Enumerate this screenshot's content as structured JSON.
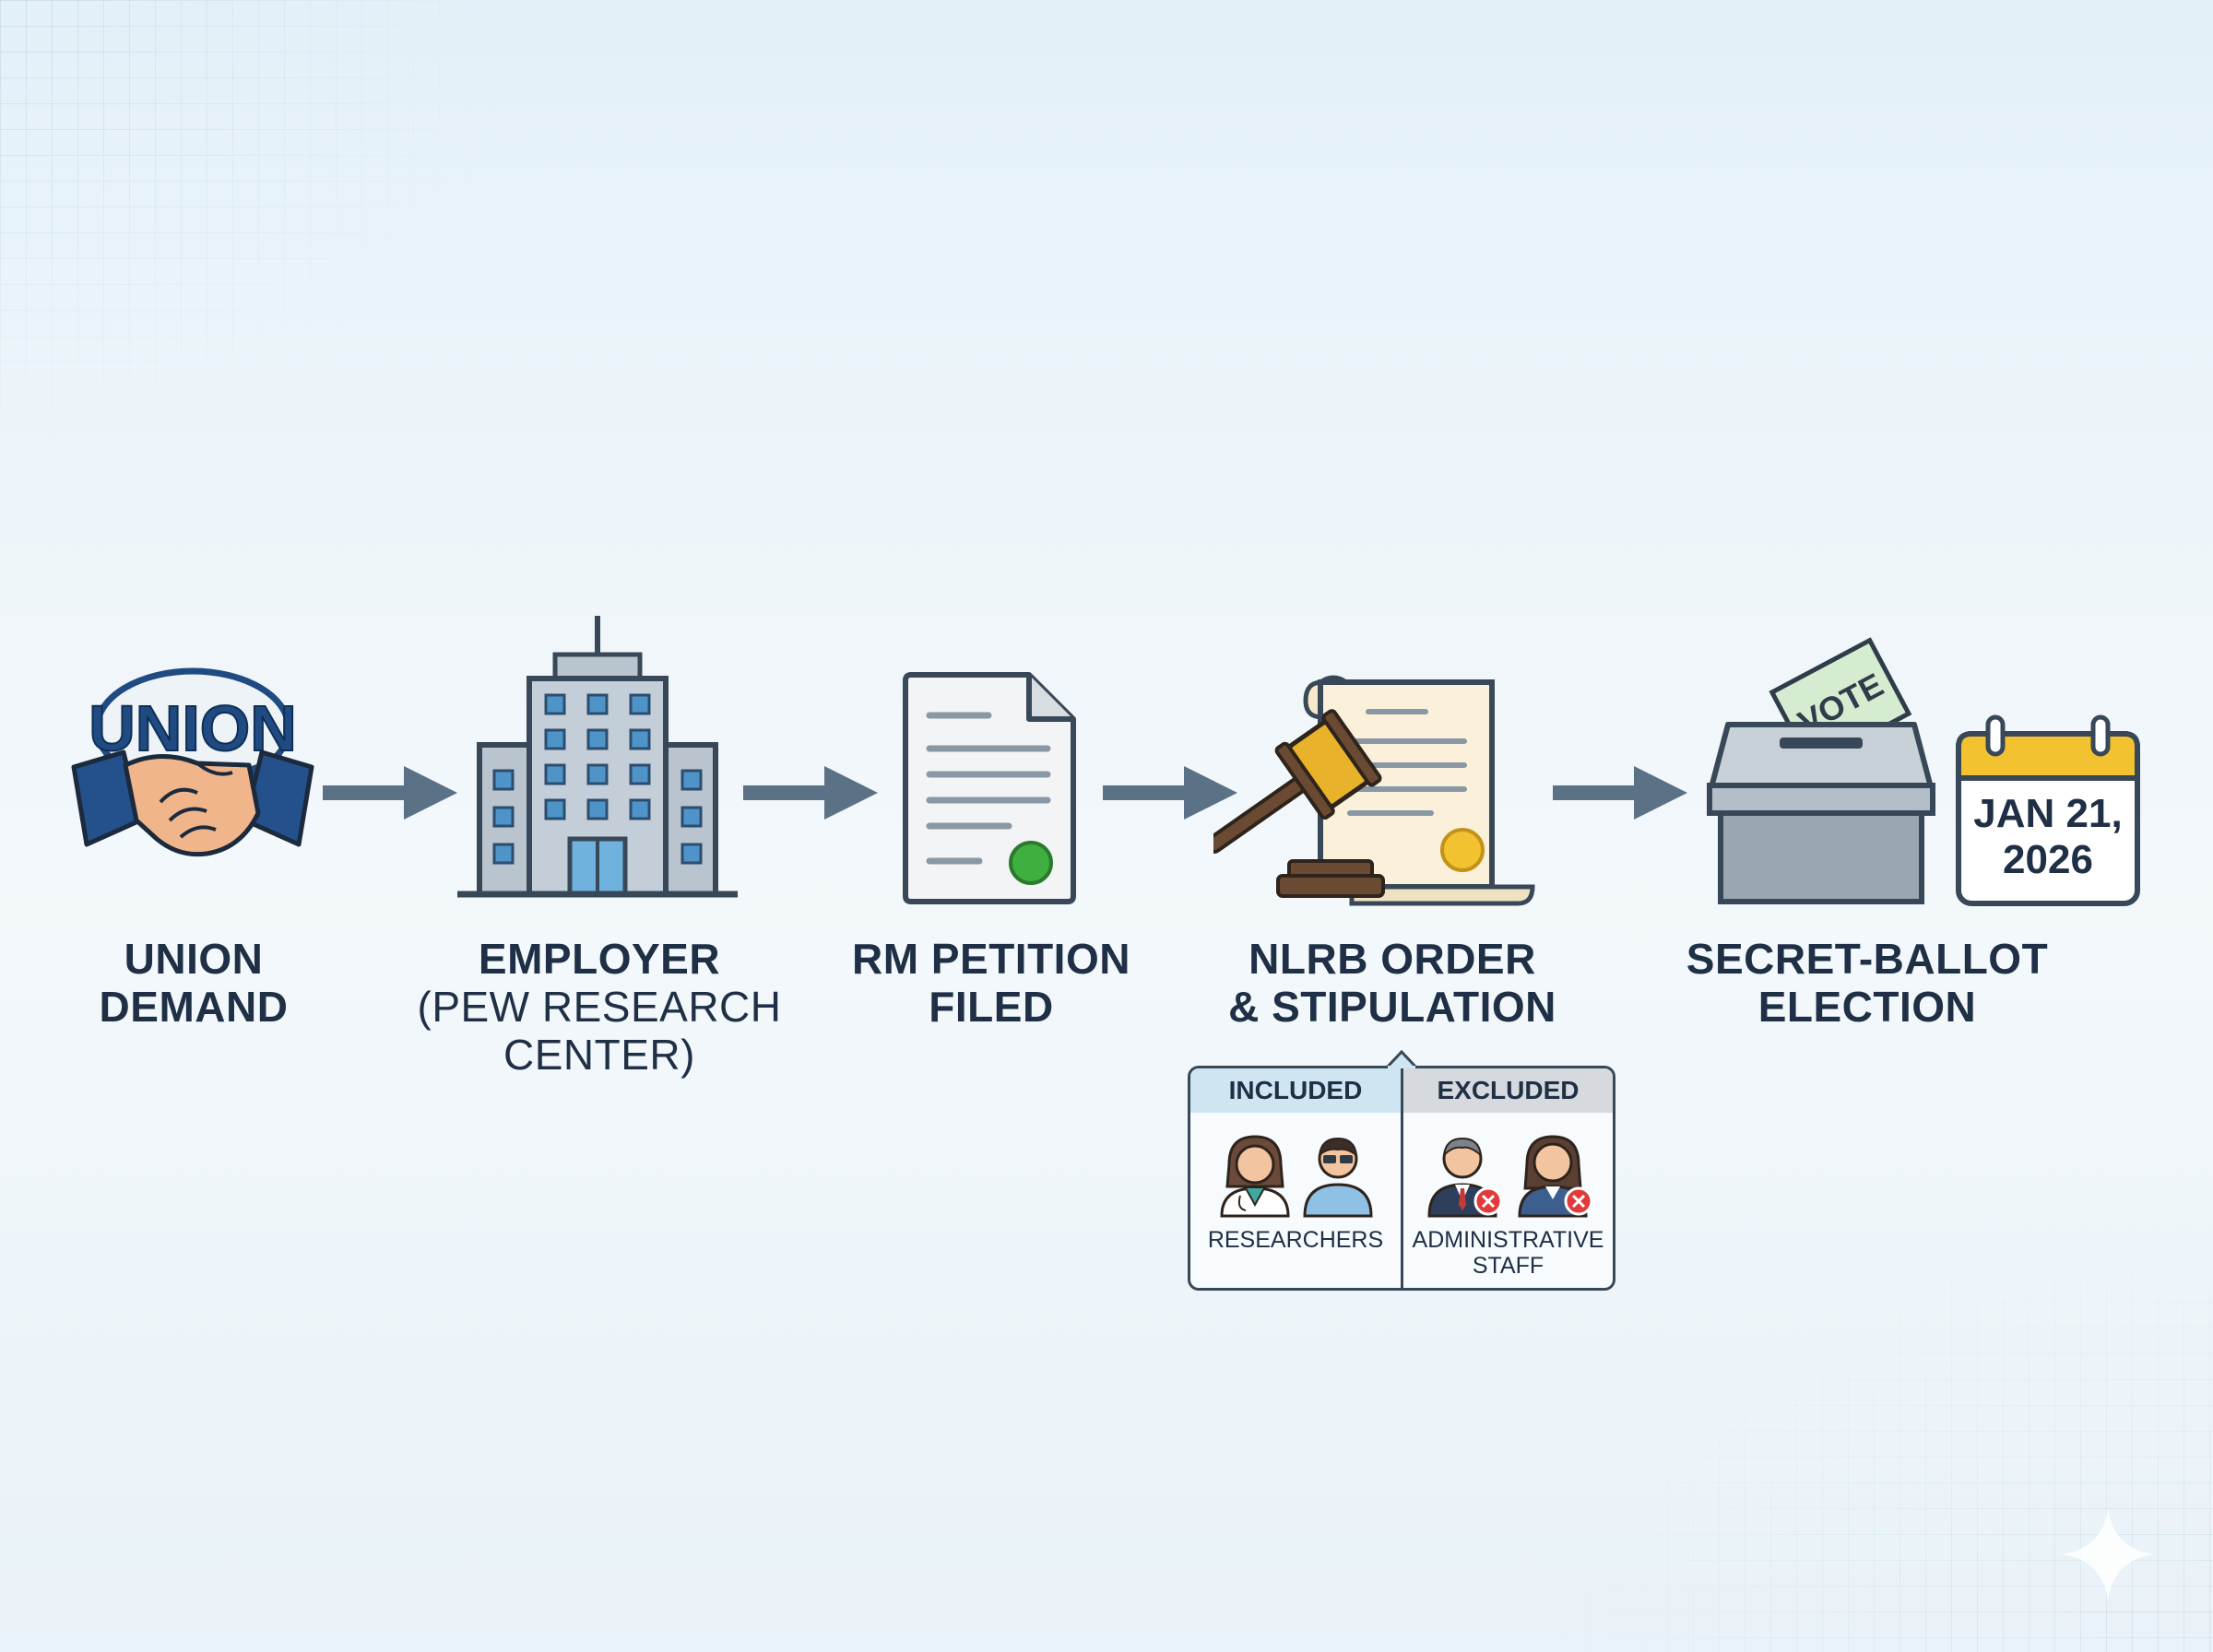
{
  "steps": [
    {
      "id": "union",
      "title_lines": [
        "UNION",
        "DEMAND"
      ],
      "icon": "handshake-icon",
      "badge_text": "UNION"
    },
    {
      "id": "employer",
      "title_lines": [
        "EMPLOYER"
      ],
      "subtitle_lines": [
        "(PEW RESEARCH",
        "CENTER)"
      ],
      "icon": "office-building-icon"
    },
    {
      "id": "petition",
      "title_lines": [
        "RM PETITION",
        "FILED"
      ],
      "icon": "document-icon"
    },
    {
      "id": "order",
      "title_lines": [
        "NLRB ORDER",
        "& STIPULATION"
      ],
      "icon": "gavel-scroll-icon"
    },
    {
      "id": "election",
      "title_lines": [
        "SECRET-BALLOT",
        "ELECTION"
      ],
      "icon": "ballot-box-icon",
      "ballot_text": "VOTE",
      "date_lines": [
        "JAN 21,",
        "2026"
      ]
    }
  ],
  "bargaining_unit": {
    "included": {
      "header": "INCLUDED",
      "caption_lines": [
        "RESEARCHERS"
      ]
    },
    "excluded": {
      "header": "EXCLUDED",
      "caption_lines": [
        "ADMINISTRATIVE",
        "STAFF"
      ]
    }
  },
  "colors": {
    "label_text": "#1f2f45",
    "arrow": "#5a7186",
    "outline": "#384858",
    "union_blue": "#1f4b82",
    "building_gray": "#b9c4cf",
    "window_blue": "#4f94c9",
    "gavel_gold": "#e8b32a",
    "gavel_brown": "#6b4a34",
    "seal_green": "#3fb040",
    "calendar_gold": "#f2c230",
    "ballot_green": "#d6ecd0",
    "included_header": "#cfe6f2",
    "excluded_header": "#d6d9dd",
    "excluded_badge": "#e23a3a"
  }
}
